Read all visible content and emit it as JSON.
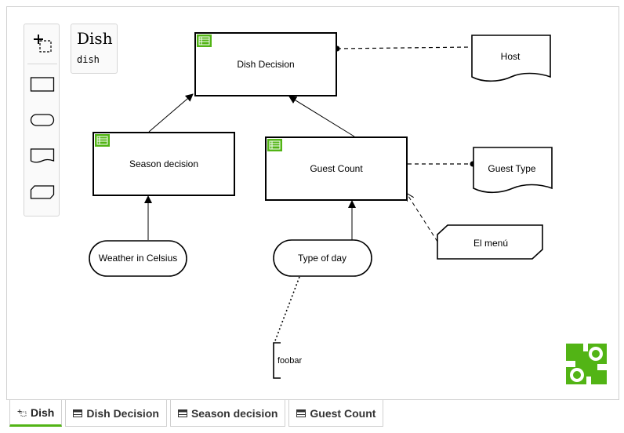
{
  "drd": {
    "name": "Dish",
    "id": "dish"
  },
  "palette": {
    "tools": [
      {
        "name": "hand-tool-icon"
      },
      {
        "name": "decision-tool-icon"
      },
      {
        "name": "input-data-tool-icon"
      },
      {
        "name": "knowledge-source-tool-icon"
      },
      {
        "name": "business-knowledge-tool-icon"
      }
    ]
  },
  "nodes": {
    "dish_decision": "Dish Decision",
    "season_decision": "Season decision",
    "guest_count": "Guest Count",
    "host": "Host",
    "guest_type": "Guest Type",
    "el_menu": "El menú",
    "weather": "Weather in Celsius",
    "type_of_day": "Type of day",
    "annotation": "foobar"
  },
  "tabs": [
    {
      "label": "Dish",
      "icon": "drd-icon",
      "active": true
    },
    {
      "label": "Dish Decision",
      "icon": "table-icon",
      "active": false
    },
    {
      "label": "Season decision",
      "icon": "table-icon",
      "active": false
    },
    {
      "label": "Guest Count",
      "icon": "table-icon",
      "active": false
    }
  ],
  "colors": {
    "accent": "#52b415",
    "stroke": "#000000"
  }
}
